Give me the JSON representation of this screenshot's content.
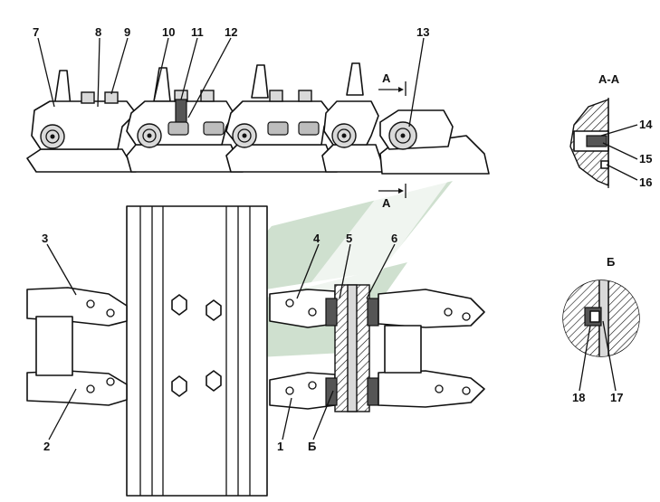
{
  "callouts": [
    {
      "id": "1",
      "text": "1"
    },
    {
      "id": "2",
      "text": "2"
    },
    {
      "id": "3",
      "text": "3"
    },
    {
      "id": "4",
      "text": "4"
    },
    {
      "id": "5",
      "text": "5"
    },
    {
      "id": "6",
      "text": "6"
    },
    {
      "id": "7",
      "text": "7"
    },
    {
      "id": "8",
      "text": "8"
    },
    {
      "id": "9",
      "text": "9"
    },
    {
      "id": "10",
      "text": "10"
    },
    {
      "id": "11",
      "text": "11"
    },
    {
      "id": "12",
      "text": "12"
    },
    {
      "id": "13",
      "text": "13"
    },
    {
      "id": "14",
      "text": "14"
    },
    {
      "id": "15",
      "text": "15"
    },
    {
      "id": "16",
      "text": "16"
    },
    {
      "id": "17",
      "text": "17"
    },
    {
      "id": "18",
      "text": "18"
    },
    {
      "id": "B",
      "text": "Б"
    }
  ],
  "section_marks": {
    "top": "А",
    "bottom": "А"
  },
  "section_titles": {
    "aa": "А-А",
    "b": "Б"
  },
  "colors": {
    "line": "#111111",
    "watermark": "#a8c7a8",
    "shade": "#bdbdbd"
  }
}
